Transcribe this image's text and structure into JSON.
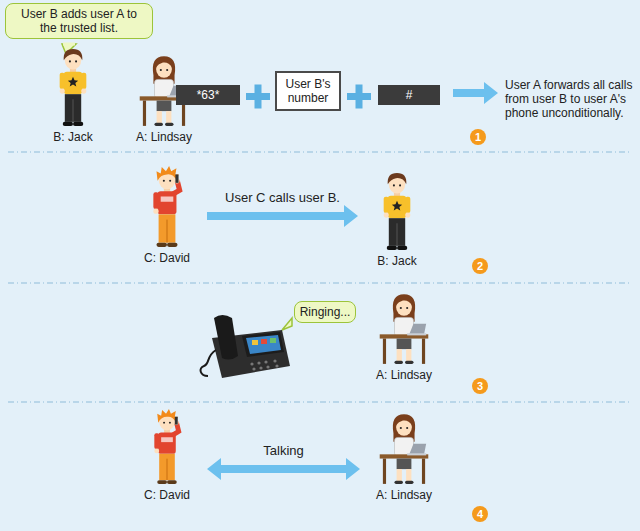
{
  "diagram": {
    "nodes": [
      {
        "text": [
          "User B adds user A to the trusted list."
        ]
      },
      {
        "text": [
          "B: Jack"
        ]
      },
      {
        "text": [
          "A: Lindsay"
        ]
      },
      {
        "text": [
          "*63*"
        ]
      },
      {
        "text": [
          "User B's number"
        ]
      },
      {
        "text": [
          "#"
        ]
      },
      {
        "text": [
          "C: David"
        ]
      },
      {
        "text": [
          "B: Jack"
        ]
      },
      {
        "text": [
          "Ringing..."
        ]
      },
      {
        "text": [
          "A: Lindsay"
        ]
      },
      {
        "text": [
          "C: David"
        ]
      },
      {
        "text": [
          "A: Lindsay"
        ]
      }
    ],
    "edges": [
      {
        "from": 6,
        "to": 7,
        "label": "User C calls user B.",
        "arrow": "to"
      },
      {
        "from": 10,
        "to": 11,
        "label": "Talking",
        "arrow": "both"
      }
    ],
    "labels": [
      "User A forwards all calls from user B to user A's phone unconditionally.",
      "1",
      "2",
      "3",
      "4"
    ]
  }
}
